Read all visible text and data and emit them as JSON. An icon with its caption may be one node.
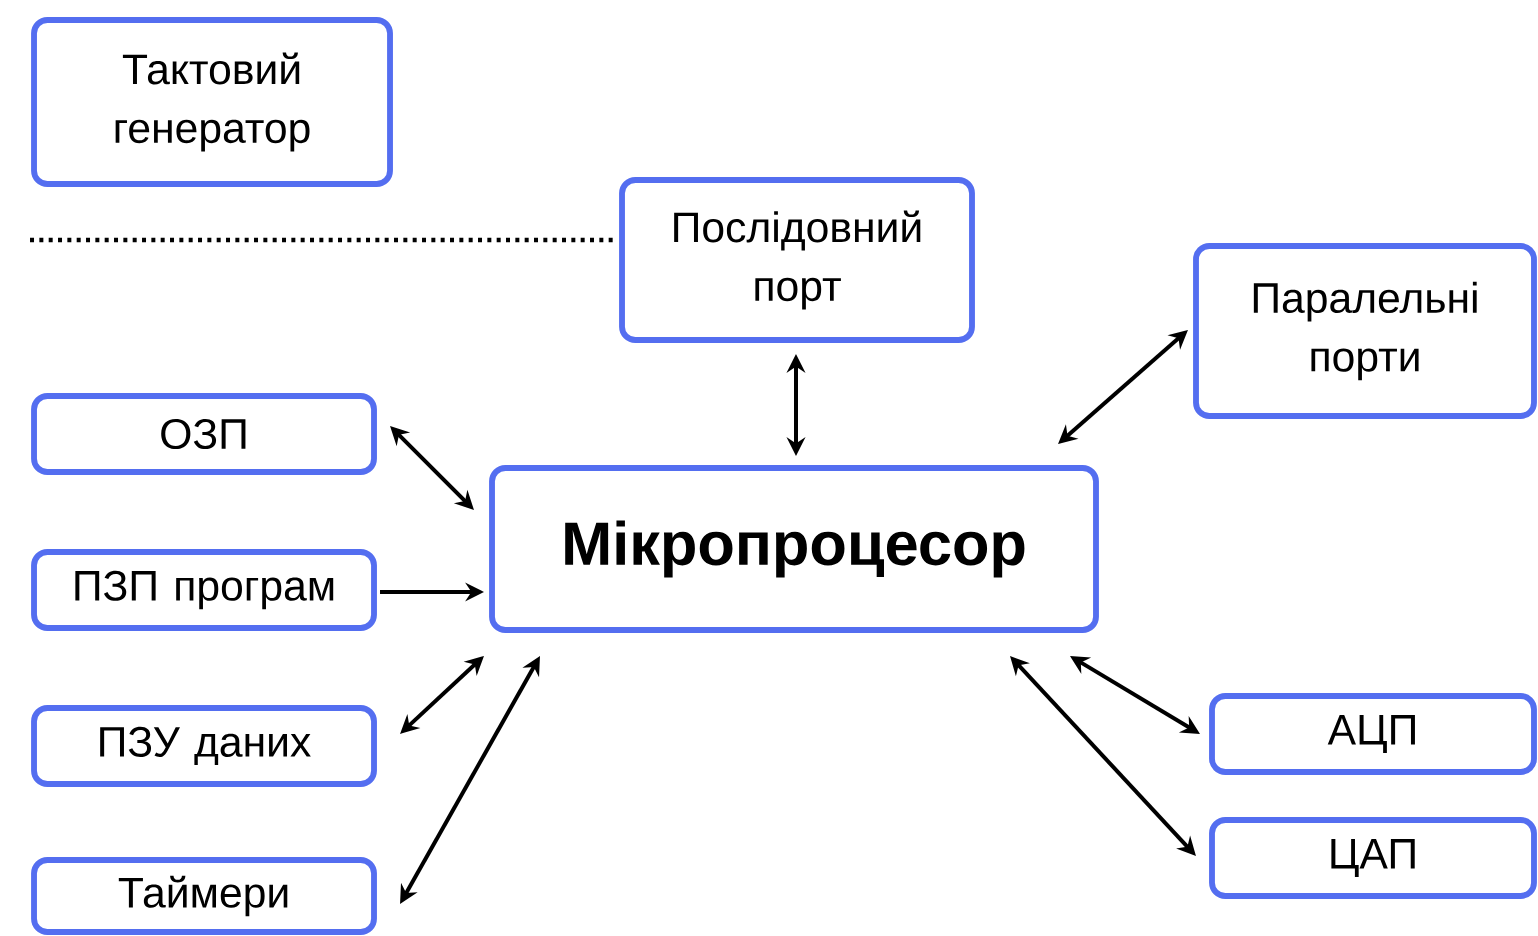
{
  "diagram": {
    "nodes": [
      {
        "text": [
          "Тактовий генератор"
        ]
      },
      {
        "text": [
          "Послідовний порт"
        ]
      },
      {
        "text": [
          "Паралельні порти"
        ]
      },
      {
        "text": [
          "ОЗП"
        ]
      },
      {
        "text": [
          "Мікропроцесор"
        ]
      },
      {
        "text": [
          "ПЗП програм"
        ]
      },
      {
        "text": [
          "ПЗУ даних"
        ]
      },
      {
        "text": [
          "АЦП"
        ]
      },
      {
        "text": [
          "Таймери"
        ]
      },
      {
        "text": [
          "ЦАП"
        ]
      }
    ],
    "edges": [
      {
        "from": null,
        "to": 1,
        "arrow": "none",
        "style": "dashed"
      },
      {
        "from": 1,
        "to": 4,
        "arrow": "both"
      },
      {
        "from": 2,
        "to": 4,
        "arrow": "both"
      },
      {
        "from": 3,
        "to": 4,
        "arrow": "both"
      },
      {
        "from": 5,
        "to": 4,
        "arrow": "to"
      },
      {
        "from": 6,
        "to": 4,
        "arrow": "both"
      },
      {
        "from": 8,
        "to": 4,
        "arrow": "both"
      },
      {
        "from": 7,
        "to": 4,
        "arrow": "both"
      },
      {
        "from": 9,
        "to": 4,
        "arrow": "both"
      }
    ]
  }
}
